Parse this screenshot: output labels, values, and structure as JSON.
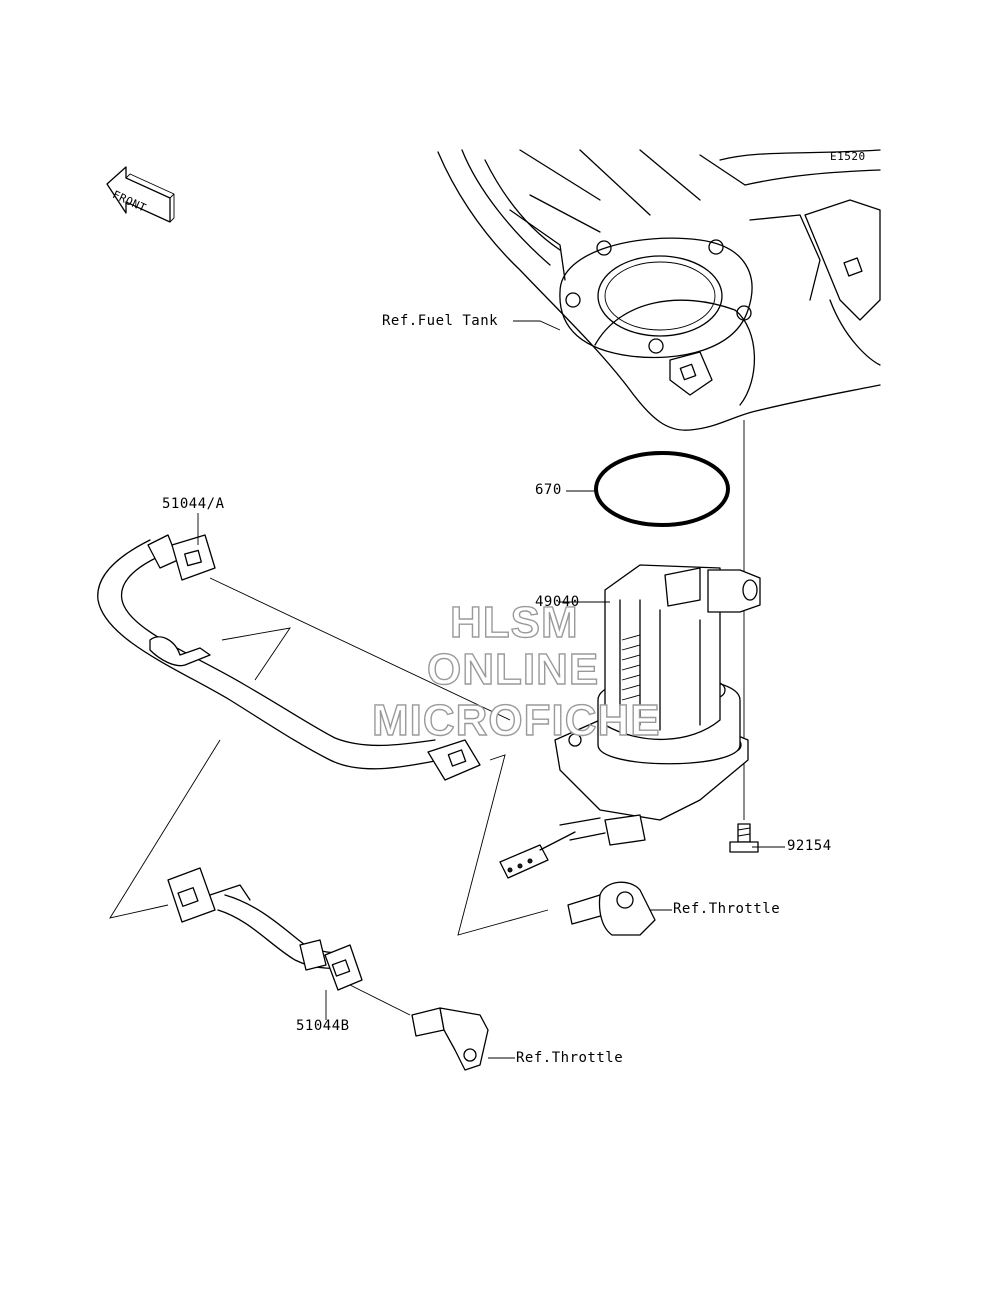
{
  "diagram_code": "E1520",
  "front_arrow_label": "FRONT",
  "callouts": {
    "fuel_tank": "Ref.Fuel Tank",
    "o_ring": "670",
    "pump": "49040",
    "hose_a": "51044/A",
    "bolt": "92154",
    "throttle_1": "Ref.Throttle",
    "hose_b": "51044B",
    "throttle_2": "Ref.Throttle"
  },
  "watermark": {
    "line1": "HLSM",
    "line2": "ONLINE",
    "line3": "MICROFICHE"
  }
}
